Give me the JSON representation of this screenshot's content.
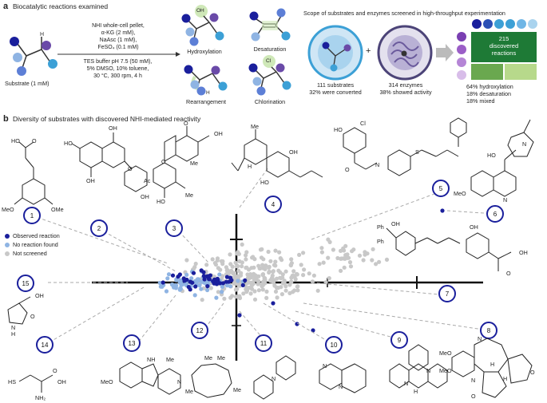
{
  "panel_a": {
    "letter": "a",
    "title": "Biocatalytic reactions examined",
    "substrate_label": "Substrate (1 mM)",
    "conditions_top": [
      "NHI whole-cell pellet,",
      "α-KG (2 mM),",
      "NaAsc (1 mM),",
      "FeSO₄ (0.1 mM)"
    ],
    "conditions_bottom": [
      "TES buffer pH 7.5 (50 mM),",
      "5% DMSO, 10% toluene,",
      "30 °C, 300 rpm, 4 h"
    ],
    "reactions": {
      "hydroxylation": "Hydroxylation",
      "desaturation": "Desaturation",
      "rearrangement": "Rearrangement",
      "chlorination": "Chlorination",
      "oh_label": "OH",
      "cl_label": "Cl",
      "h_label": "H"
    },
    "scope_title": "Scope of substrates and enzymes screened in high-throughput experimentation",
    "substrates_stat": [
      "111 substrates",
      "32% were converted"
    ],
    "enzymes_stat": [
      "314 enzymes",
      "38% showed activity"
    ],
    "plus": "+",
    "discovered_number": "215",
    "discovered_text": [
      "discovered",
      "reactions"
    ],
    "outcome_stats": [
      "64% hydroxylation",
      "18% desaturation",
      "18% mixed"
    ]
  },
  "panel_b": {
    "letter": "b",
    "title": "Diversity of substrates with discovered NHI-mediated reactivity",
    "legend": [
      {
        "label": "Observed reaction",
        "color": "#1a1f9c"
      },
      {
        "label": "No reaction found",
        "color": "#8fb4e3"
      },
      {
        "label": "Not screened",
        "color": "#c8c8c8"
      }
    ],
    "callouts": [
      "1",
      "2",
      "3",
      "4",
      "5",
      "6",
      "7",
      "8",
      "9",
      "10",
      "11",
      "12",
      "13",
      "14",
      "15"
    ],
    "chem_labels": {
      "ho": "HO",
      "oh": "OH",
      "o": "O",
      "me": "Me",
      "ome": "OMe",
      "meo": "MeO",
      "cl": "Cl",
      "h": "H",
      "n": "N",
      "nh": "NH",
      "s": "S",
      "ph": "Ph",
      "hs": "HS",
      "nh2": "NH₂",
      "ac": "Ac"
    }
  },
  "colors": {
    "dark_blue": "#1a1f9c",
    "light_blue": "#8fb4e3",
    "grey": "#c8c8c8",
    "highlight_green": "#cfe8b8",
    "callout_blue": "#1a1f9c"
  }
}
